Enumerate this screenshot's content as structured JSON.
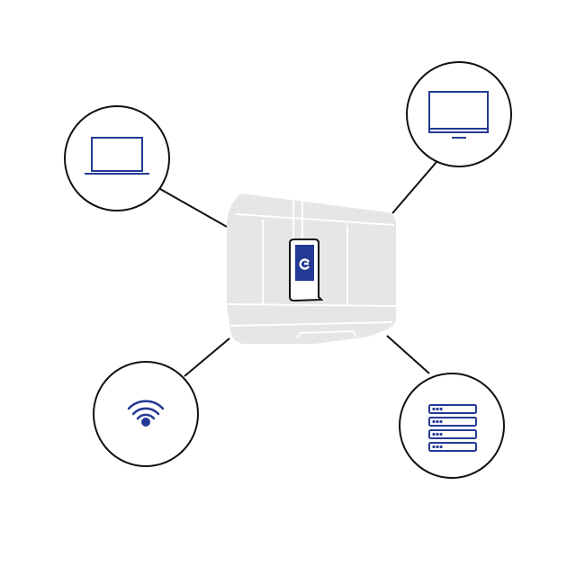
{
  "colors": {
    "accent": "#233a94",
    "outline": "#111111",
    "machine": "#e6e6e6",
    "background": "#ffffff"
  },
  "nodes": [
    {
      "id": "laptop",
      "icon": "laptop-icon"
    },
    {
      "id": "monitor",
      "icon": "monitor-icon"
    },
    {
      "id": "wifi",
      "icon": "wifi-icon"
    },
    {
      "id": "server",
      "icon": "server-icon"
    }
  ],
  "center": {
    "icon": "printer-machine-icon",
    "logo_icon": "logo-icon"
  }
}
